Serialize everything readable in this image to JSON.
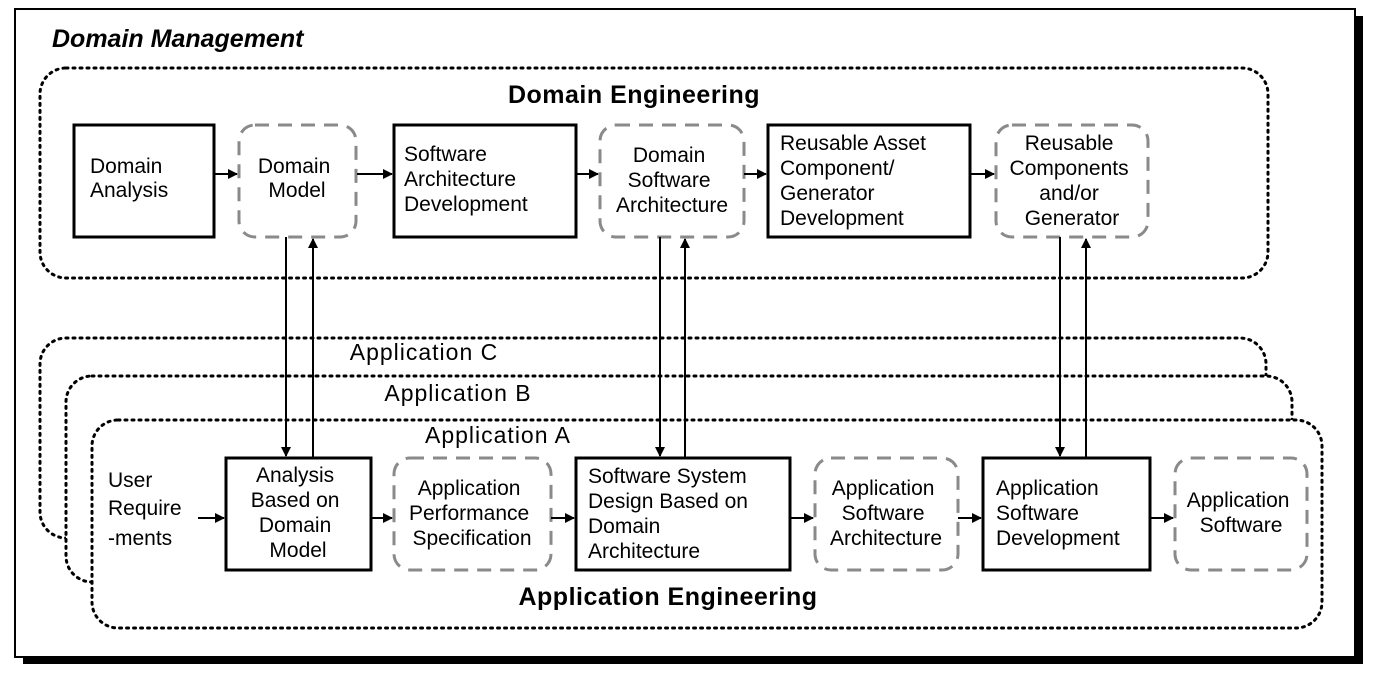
{
  "title": "Domain Management",
  "domain_engineering": {
    "title": "Domain Engineering",
    "boxes": {
      "domain_analysis": [
        "Domain",
        "Analysis"
      ],
      "domain_model": [
        "Domain",
        "Model"
      ],
      "sw_arch_dev": [
        "Software",
        "Architecture",
        "Development"
      ],
      "domain_sw_arch": [
        "Domain",
        "Software",
        "Architecture"
      ],
      "reusable_asset_dev": [
        "Reusable Asset",
        "Component/",
        "Generator",
        "Development"
      ],
      "reusable_components": [
        "Reusable",
        "Components",
        "and/or",
        "Generator"
      ]
    }
  },
  "applications": {
    "c": "Application C",
    "b": "Application B",
    "a": "Application A"
  },
  "application_engineering": {
    "title": "Application Engineering",
    "user_requirements": [
      "User",
      "Require",
      "-ments"
    ],
    "boxes": {
      "analysis_domain_model": [
        "Analysis",
        "Based on",
        "Domain",
        "Model"
      ],
      "app_perf_spec": [
        "Application",
        "Performance",
        "Specification"
      ],
      "sw_system_design": [
        "Software System",
        "Design Based on",
        "Domain",
        "Architecture"
      ],
      "app_sw_arch": [
        "Application",
        "Software",
        "Architecture"
      ],
      "app_sw_dev": [
        "Application",
        "Software",
        "Development"
      ],
      "app_software": [
        "Application",
        "Software"
      ]
    }
  }
}
